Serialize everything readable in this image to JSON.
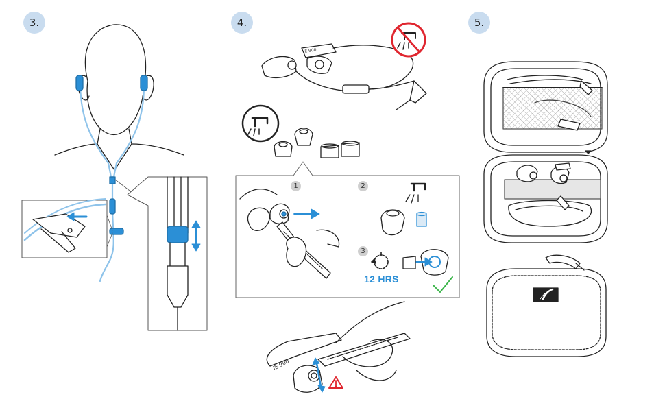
{
  "steps": [
    {
      "number": "3."
    },
    {
      "number": "4."
    },
    {
      "number": "5."
    }
  ],
  "cleaning_substeps": [
    {
      "number": "1"
    },
    {
      "number": "2"
    },
    {
      "number": "3"
    }
  ],
  "drying_time": "12 HRS",
  "earphone_model": "IE 900",
  "colors": {
    "accent_blue": "#2b8fd6",
    "badge_blue": "#c9dcef",
    "cable_blue": "#8ec3ea",
    "warning_red": "#e0262f",
    "check_green": "#3bb54a"
  }
}
